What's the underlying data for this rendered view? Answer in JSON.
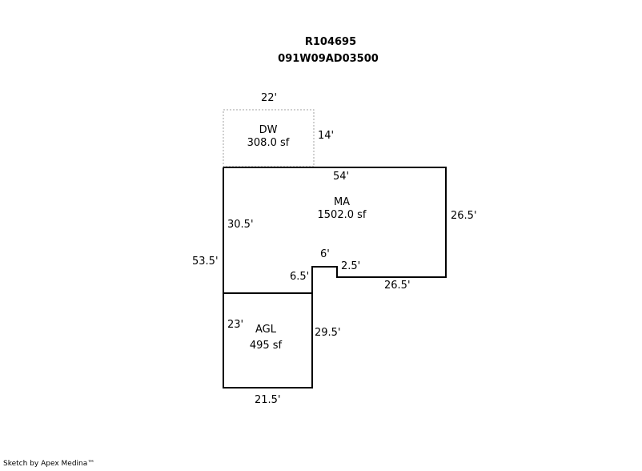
{
  "header": {
    "account": "R104695",
    "parcel": "091W09AD03500"
  },
  "areas": {
    "dw": {
      "code": "DW",
      "size": "308.0 sf"
    },
    "ma": {
      "code": "MA",
      "size": "1502.0 sf"
    },
    "agl": {
      "code": "AGL",
      "size": "495 sf"
    }
  },
  "dimensions": {
    "dw_top": "22'",
    "dw_right": "14'",
    "ma_top": "54'",
    "ma_right": "26.5'",
    "ma_left_inner": "30.5'",
    "overall_left": "53.5'",
    "notch_top": "6'",
    "notch_right": "2.5'",
    "notch_left": "6.5'",
    "ma_bottom": "26.5'",
    "agl_left_inner": "23'",
    "agl_right": "29.5'",
    "agl_bottom": "21.5'"
  },
  "footer": {
    "credit": "Sketch by Apex Medina™"
  },
  "colors": {
    "line": "#000000",
    "dashed": "#a0a0a0",
    "background": "#ffffff"
  }
}
